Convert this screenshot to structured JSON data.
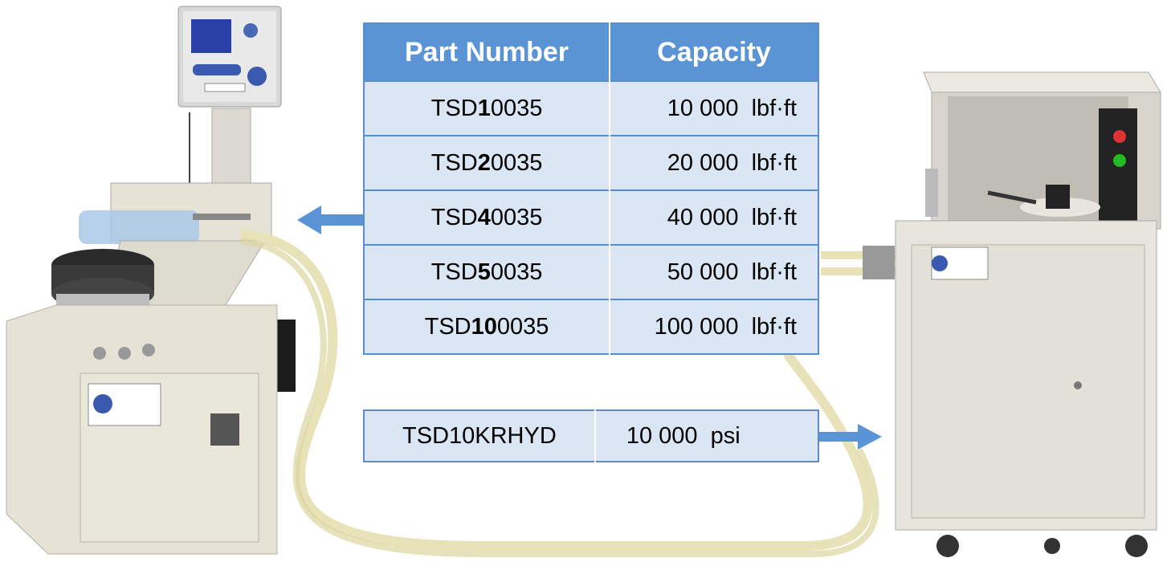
{
  "capacity_table": {
    "headers": [
      "Part Number",
      "Capacity"
    ],
    "rows": [
      {
        "prefix": "TSD",
        "bold": "1",
        "suffix": "0035",
        "capacity": "10 000  lbf·ft"
      },
      {
        "prefix": "TSD",
        "bold": "2",
        "suffix": "0035",
        "capacity": "20 000  lbf·ft"
      },
      {
        "prefix": "TSD",
        "bold": "4",
        "suffix": "0035",
        "capacity": "40 000  lbf·ft"
      },
      {
        "prefix": "TSD",
        "bold": "5",
        "suffix": "0035",
        "capacity": "50 000  lbf·ft"
      },
      {
        "prefix": "TSD",
        "bold": "10",
        "suffix": "0035",
        "capacity": "100 000  lbf·ft"
      }
    ]
  },
  "hydraulic_table": {
    "part_number": "TSD10KRHYD",
    "capacity": "10 000  psi"
  },
  "colors": {
    "header_blue": "#5b94d4",
    "row_blue": "#dae6f3",
    "arrow_blue": "#5b94d4",
    "machine_beige": "#e4e1d4"
  },
  "icons": {
    "left": "torque-calibration-machine-photo",
    "right": "hydraulic-pump-cabinet-photo"
  }
}
